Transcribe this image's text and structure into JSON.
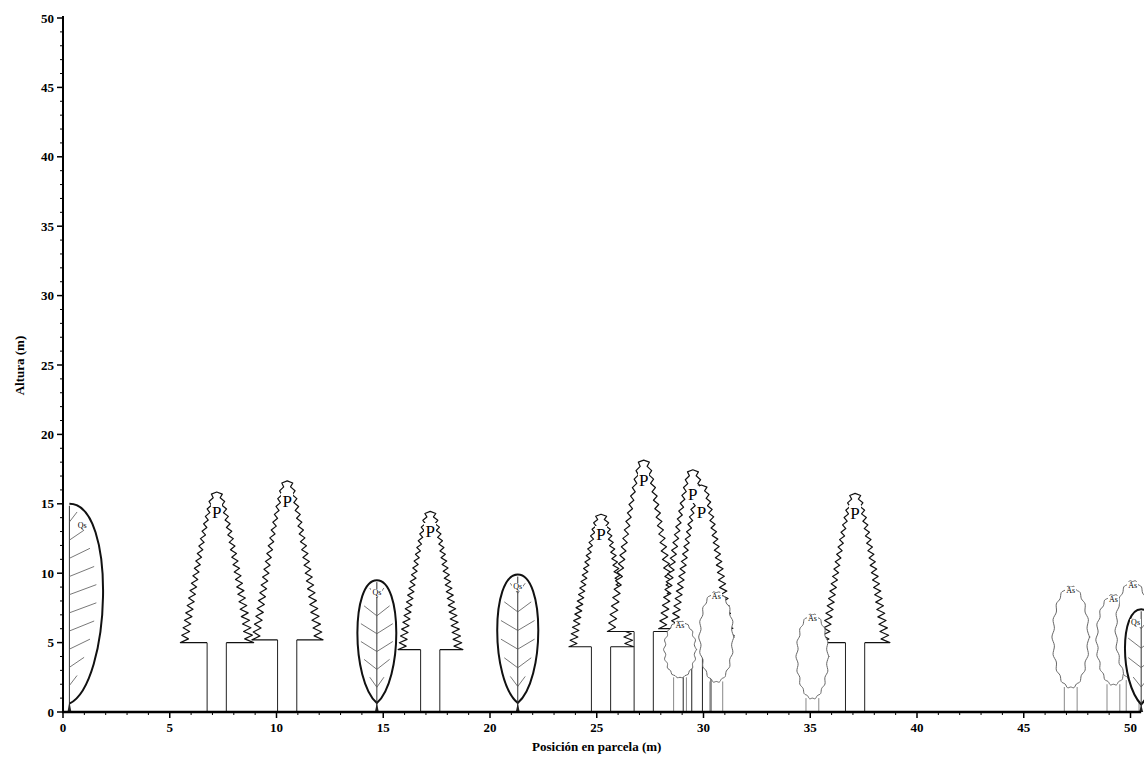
{
  "diagram": {
    "labels": [
      "50",
      "45",
      "40",
      "35",
      "30",
      "25",
      "20",
      "15",
      "10",
      "5",
      "0",
      "0",
      "5",
      "10",
      "15",
      "20",
      "25",
      "30",
      "35",
      "40",
      "45",
      "50",
      "Altura (m)",
      "Posición en parcela (m)",
      "Qs",
      "P",
      "P",
      "Qs",
      "P",
      "Qs",
      "P",
      "P",
      "P",
      "P",
      "As",
      "As",
      "As",
      "P",
      "As",
      "As",
      "As",
      "Qs"
    ]
  }
}
